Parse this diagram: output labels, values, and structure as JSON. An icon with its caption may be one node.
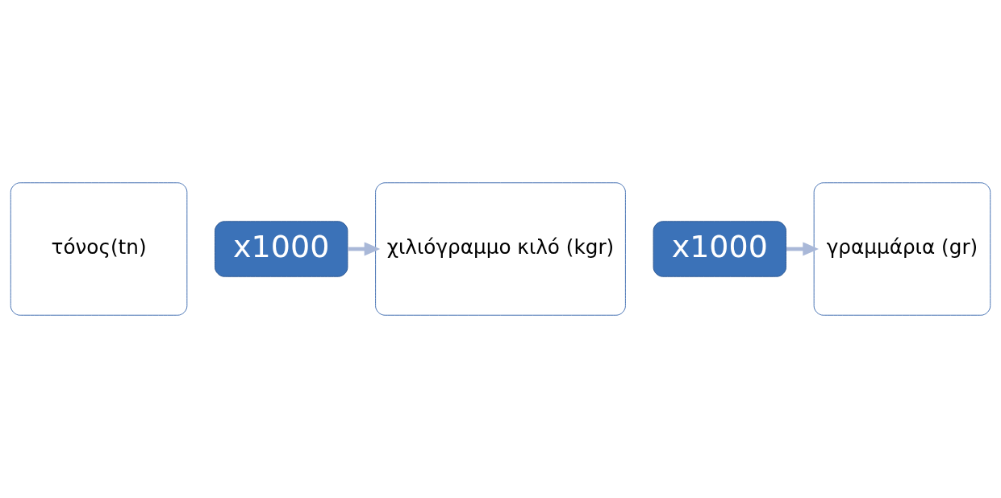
{
  "diagram": {
    "nodes": [
      {
        "text": [
          "τόνος(tn)"
        ]
      },
      {
        "text": [
          "x1000"
        ]
      },
      {
        "text": [
          "χιλιόγραμμο κιλό (kgr)"
        ]
      },
      {
        "text": [
          "x1000"
        ]
      },
      {
        "text": [
          "γραμμάρια (gr)"
        ]
      }
    ],
    "edges": [
      {
        "from": 1,
        "to": 2,
        "arrow": "to"
      },
      {
        "from": 3,
        "to": 4,
        "arrow": "to"
      }
    ]
  }
}
